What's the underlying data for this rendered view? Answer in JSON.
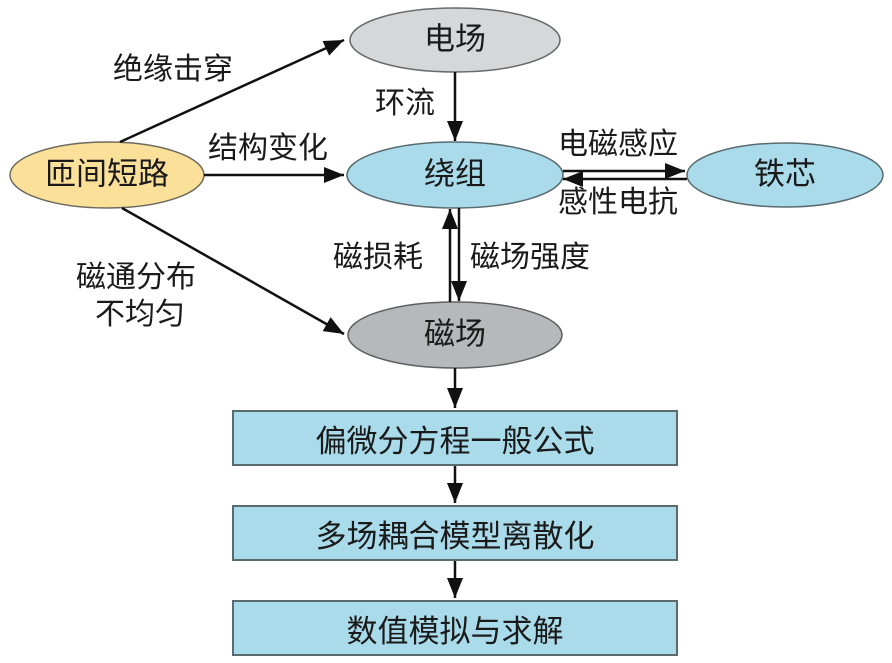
{
  "nodes": {
    "short_circuit": {
      "label": "匝间短路",
      "color": "#fbe09a"
    },
    "electric_field": {
      "label": "电场",
      "color": "#d6d7d9"
    },
    "winding": {
      "label": "绕组",
      "color": "#a9dbea"
    },
    "iron_core": {
      "label": "铁芯",
      "color": "#a9dbea"
    },
    "magnetic_field": {
      "label": "磁场",
      "color": "#b7b8bb"
    }
  },
  "edges": {
    "insulation_breakdown": "绝缘击穿",
    "structure_change": "结构变化",
    "flux_uneven_line1": "磁通分布",
    "flux_uneven_line2": "不均匀",
    "circulating_current": "环流",
    "em_induction": "电磁感应",
    "inductive_reactance": "感性电抗",
    "magnetic_loss": "磁损耗",
    "field_strength": "磁场强度"
  },
  "steps": [
    {
      "label": "偏微分方程一般公式"
    },
    {
      "label": "多场耦合模型离散化"
    },
    {
      "label": "数值模拟与求解"
    }
  ],
  "colors": {
    "box_fill": "#a9dbea",
    "stroke": "#111111",
    "outline": "#5a6b70"
  }
}
